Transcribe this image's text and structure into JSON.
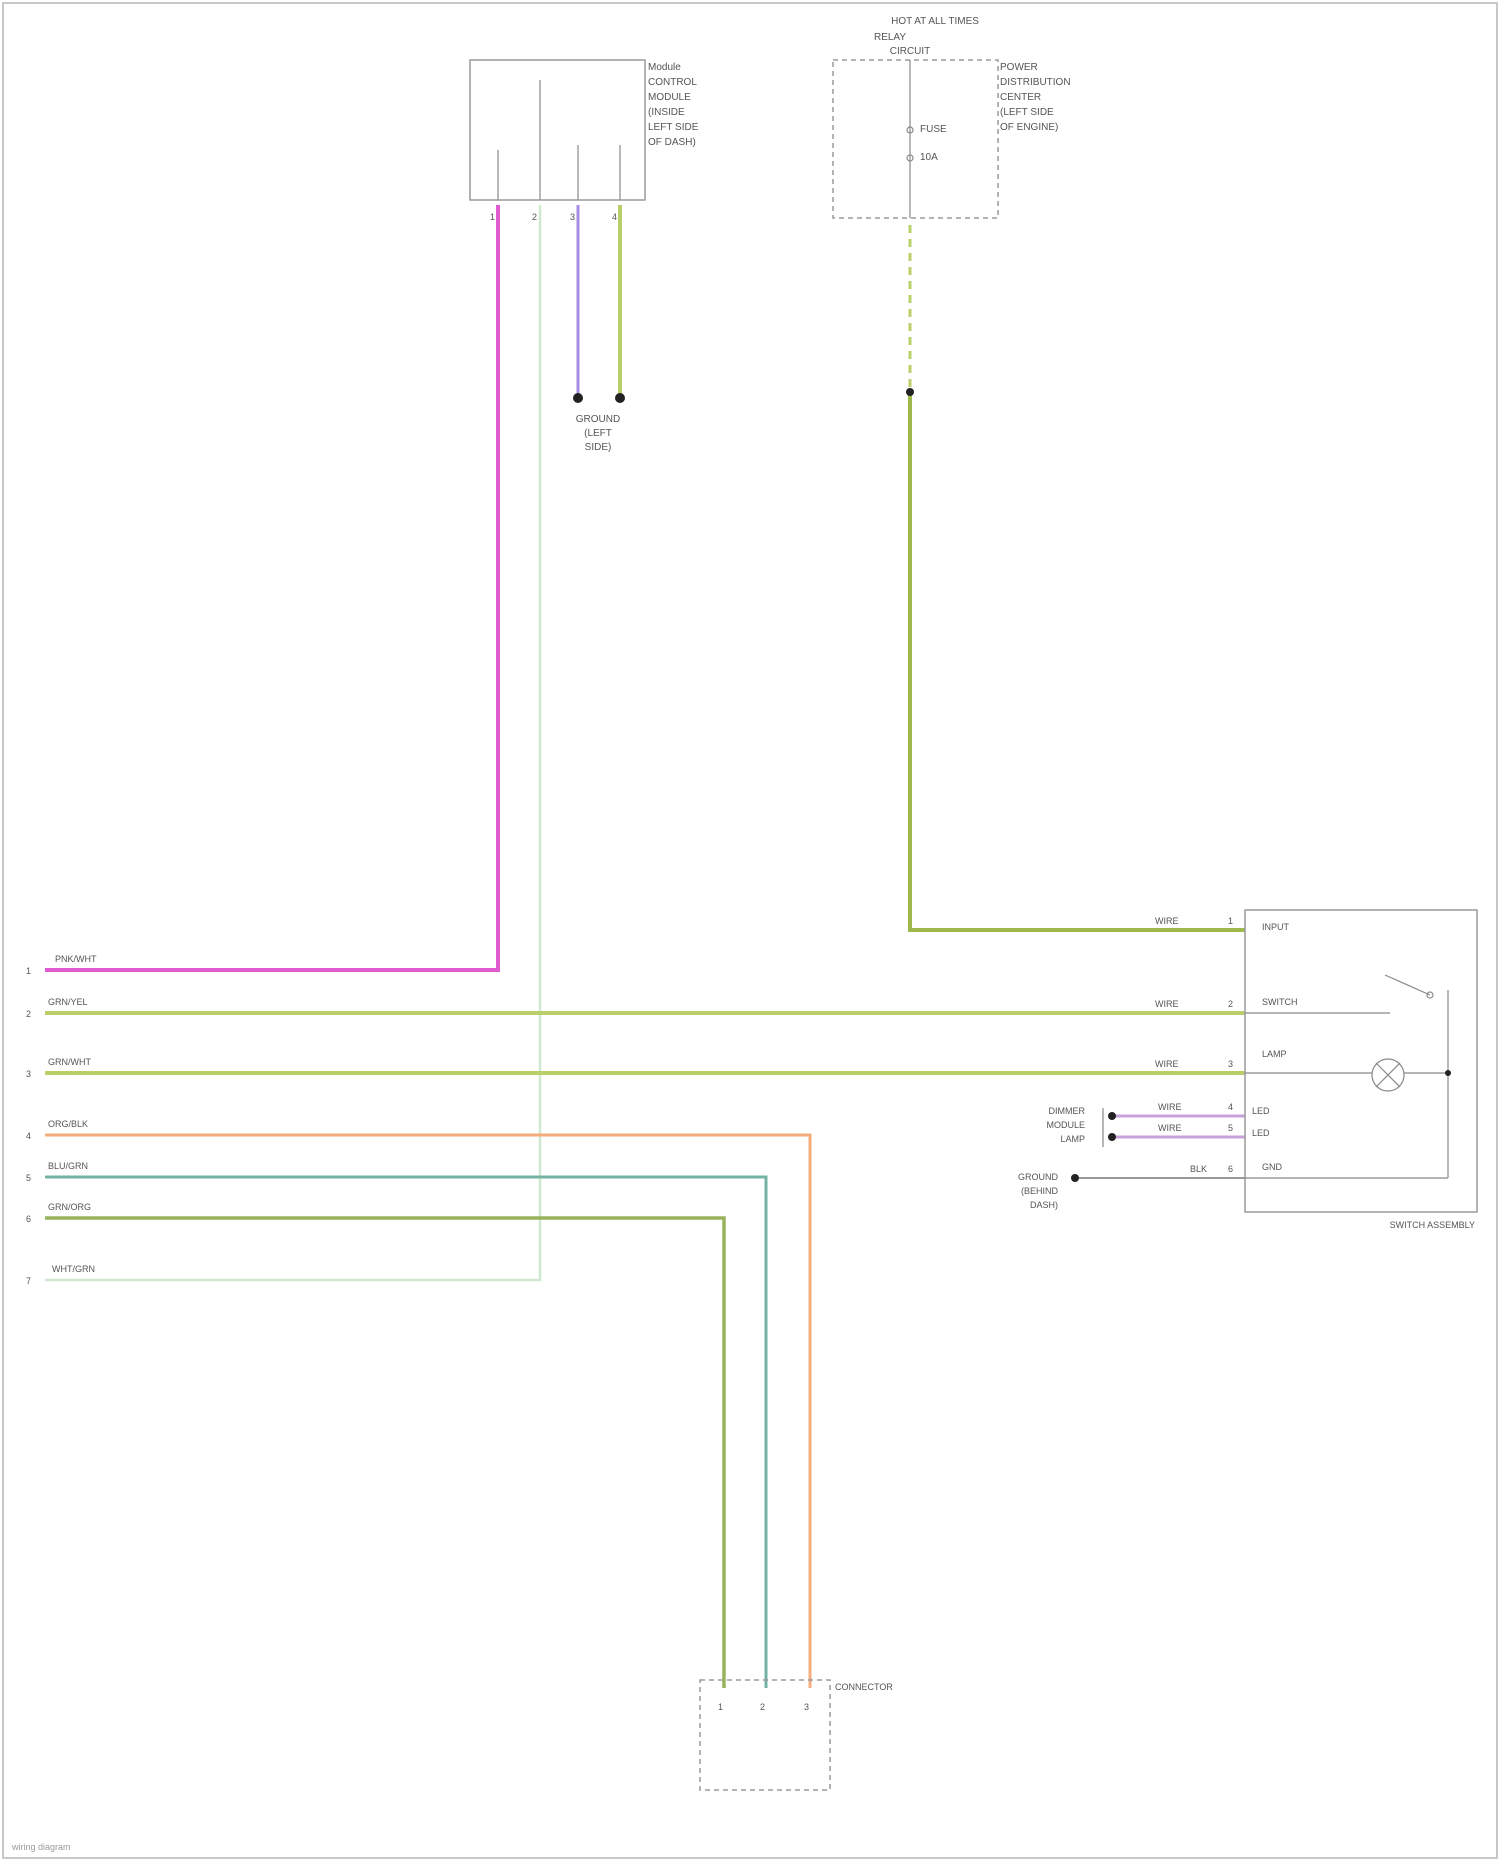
{
  "colors": {
    "pink": "#e25ad2",
    "lime": "#b9cf69",
    "lime_dark": "#9fb84e",
    "orange": "#f3ad7a",
    "teal": "#74b3a3",
    "olive": "#98b25c",
    "pale_green": "#cfe8cf",
    "purple": "#a78de2",
    "lilac": "#c7a1d9",
    "outline": "#9a9a9a"
  },
  "components": {
    "top_module": {
      "name": "Module",
      "caption_lines": [
        "CONTROL",
        "MODULE",
        "(INSIDE",
        "LEFT SIDE",
        "OF DASH)"
      ],
      "pins": [
        "1",
        "2",
        "3",
        "4"
      ]
    },
    "top_ground": {
      "caption_lines": [
        "GROUND",
        "(LEFT",
        "SIDE)"
      ]
    },
    "fuse_box": {
      "header_lines": [
        "HOT AT ALL TIMES",
        "RELAY",
        "CIRCUIT"
      ],
      "fuse_labels": [
        "FUSE",
        "10A"
      ],
      "caption_lines": [
        "POWER",
        "DISTRIBUTION",
        "CENTER",
        "(LEFT SIDE",
        "OF ENGINE)"
      ]
    },
    "control_switch": {
      "caption": "SWITCH ASSEMBLY",
      "internal_labels": [
        "INPUT",
        "SWITCH",
        "LAMP",
        "LED",
        "LED",
        "GND"
      ],
      "pin_numbers": [
        "1",
        "2",
        "3",
        "4",
        "5",
        "6"
      ],
      "wire_labels": [
        "WIRE",
        "WIRE",
        "WIRE",
        "WIRE",
        "WIRE",
        "BLK"
      ],
      "left_refs": [
        [
          "DIMMER",
          "MODULE",
          "LAMP"
        ],
        [
          "GROUND",
          "(BEHIND",
          "DASH)"
        ]
      ]
    },
    "bottom_connector": {
      "caption": "CONNECTOR",
      "pins": [
        "1",
        "2",
        "3"
      ]
    }
  },
  "left_rails": [
    {
      "num": "1",
      "label": "PNK/WHT"
    },
    {
      "num": "2",
      "label": "GRN/YEL"
    },
    {
      "num": "3",
      "label": "GRN/WHT"
    },
    {
      "num": "4",
      "label": "ORG/BLK"
    },
    {
      "num": "5",
      "label": "BLU/GRN"
    },
    {
      "num": "6",
      "label": "GRN/ORG"
    },
    {
      "num": "7",
      "label": "WHT/GRN"
    }
  ],
  "footer": "wiring diagram"
}
